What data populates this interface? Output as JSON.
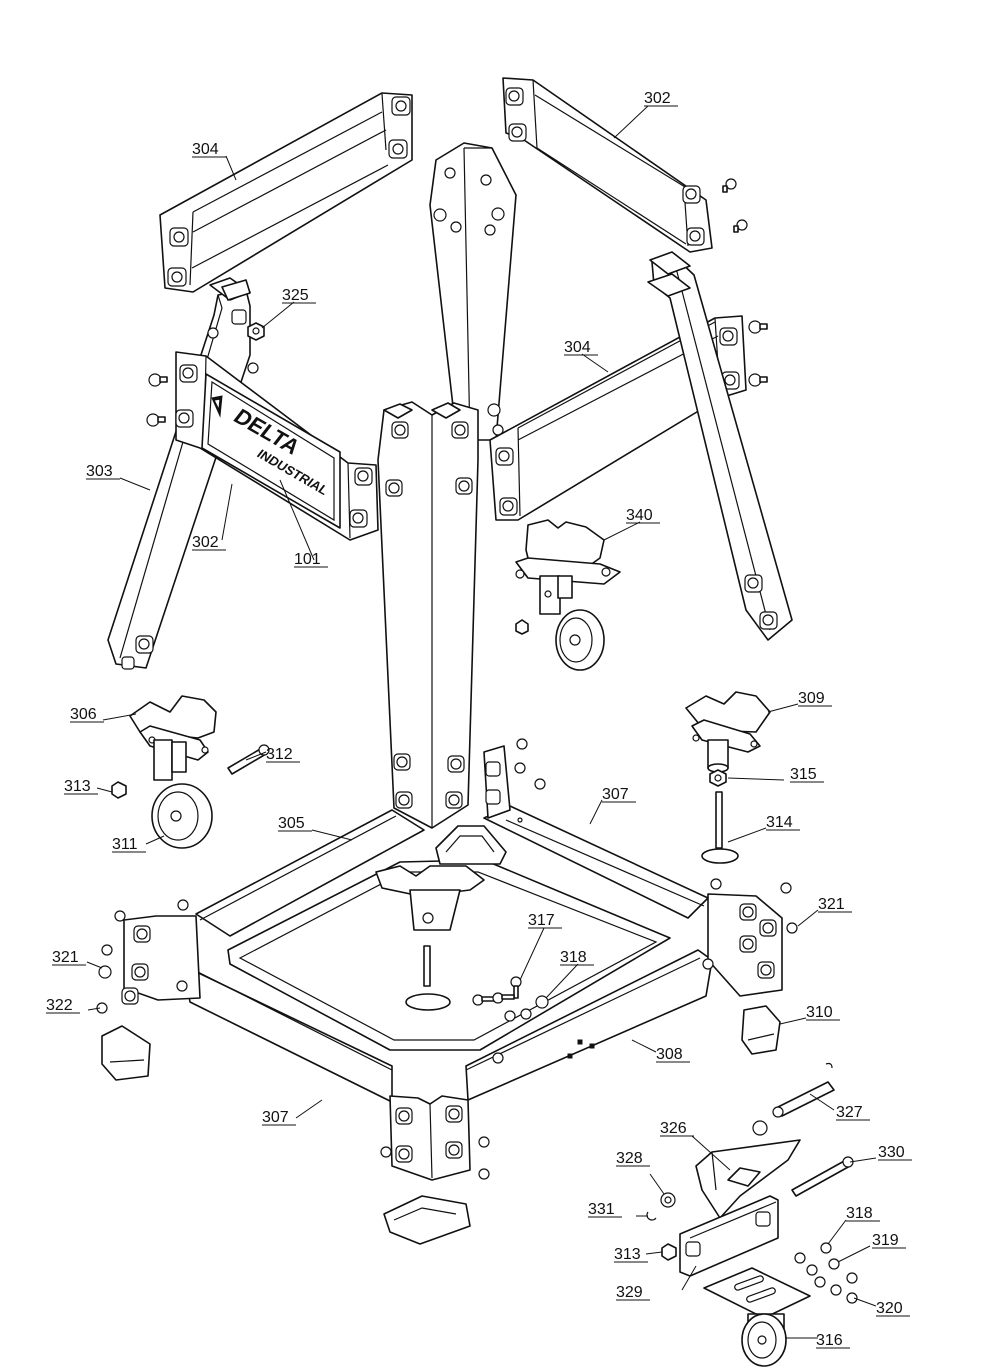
{
  "logo": {
    "brand": "DELTA",
    "line2": "INDUSTRIAL"
  },
  "callouts": [
    {
      "id": "c-304a",
      "label": "304"
    },
    {
      "id": "c-302a",
      "label": "302"
    },
    {
      "id": "c-325",
      "label": "325"
    },
    {
      "id": "c-304b",
      "label": "304"
    },
    {
      "id": "c-303",
      "label": "303"
    },
    {
      "id": "c-302b",
      "label": "302"
    },
    {
      "id": "c-101",
      "label": "101"
    },
    {
      "id": "c-340",
      "label": "340"
    },
    {
      "id": "c-306",
      "label": "306"
    },
    {
      "id": "c-312",
      "label": "312"
    },
    {
      "id": "c-309",
      "label": "309"
    },
    {
      "id": "c-313a",
      "label": "313"
    },
    {
      "id": "c-315",
      "label": "315"
    },
    {
      "id": "c-305",
      "label": "305"
    },
    {
      "id": "c-307a",
      "label": "307"
    },
    {
      "id": "c-314",
      "label": "314"
    },
    {
      "id": "c-311",
      "label": "311"
    },
    {
      "id": "c-321a",
      "label": "321"
    },
    {
      "id": "c-317",
      "label": "317"
    },
    {
      "id": "c-321b",
      "label": "321"
    },
    {
      "id": "c-318a",
      "label": "318"
    },
    {
      "id": "c-322",
      "label": "322"
    },
    {
      "id": "c-310",
      "label": "310"
    },
    {
      "id": "c-308",
      "label": "308"
    },
    {
      "id": "c-307b",
      "label": "307"
    },
    {
      "id": "c-327",
      "label": "327"
    },
    {
      "id": "c-326",
      "label": "326"
    },
    {
      "id": "c-330",
      "label": "330"
    },
    {
      "id": "c-328",
      "label": "328"
    },
    {
      "id": "c-331",
      "label": "331"
    },
    {
      "id": "c-318b",
      "label": "318"
    },
    {
      "id": "c-319",
      "label": "319"
    },
    {
      "id": "c-313b",
      "label": "313"
    },
    {
      "id": "c-329",
      "label": "329"
    },
    {
      "id": "c-320",
      "label": "320"
    },
    {
      "id": "c-316",
      "label": "316"
    }
  ]
}
